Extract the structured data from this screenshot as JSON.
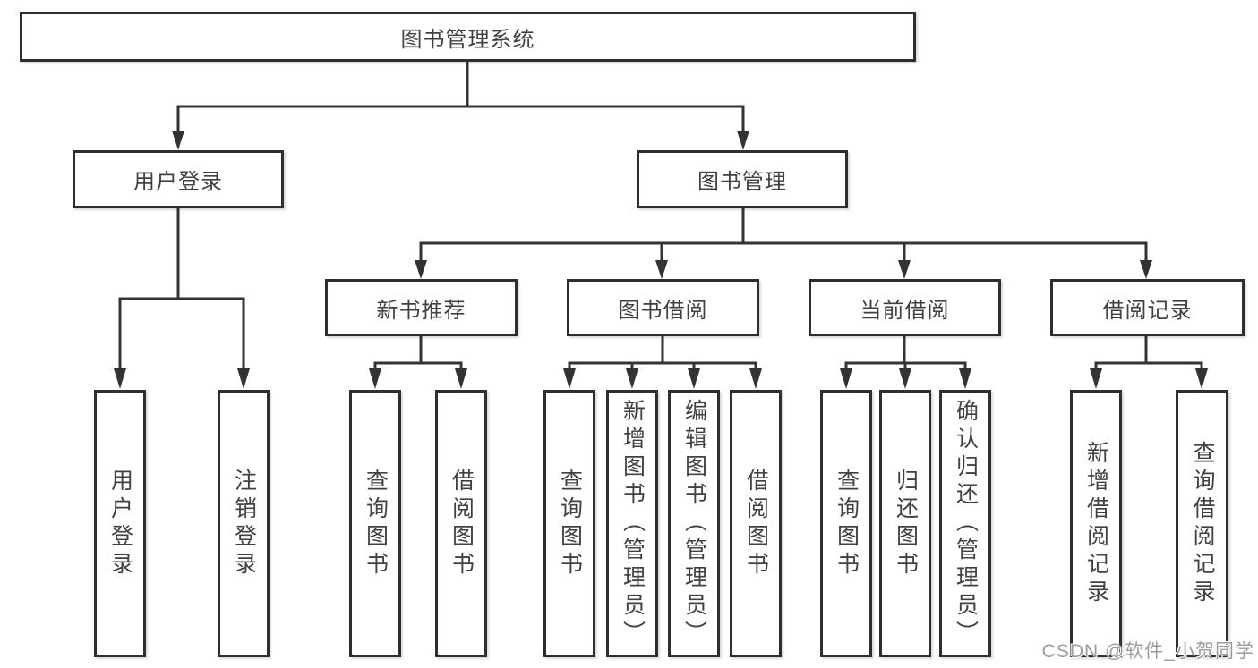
{
  "diagram": {
    "root": {
      "label": "图书管理系统"
    },
    "branches": {
      "user_login": {
        "label": "用户登录",
        "children": {
          "login": "用户登录",
          "logout": "注销登录"
        }
      },
      "book_management": {
        "label": "图书管理",
        "sections": {
          "new_book_recommend": {
            "label": "新书推荐",
            "children": {
              "query_books": "查询图书",
              "borrow_books": "借阅图书"
            }
          },
          "book_borrowing": {
            "label": "图书借阅",
            "children": {
              "query_books": "查询图书",
              "add_books": "新增图书（管理员）",
              "edit_books": "编辑图书（管理员）",
              "borrow_books": "借阅图书"
            }
          },
          "current_borrowing": {
            "label": "当前借阅",
            "children": {
              "query_books": "查询图书",
              "return_books": "归还图书",
              "confirm_return": "确认归还（管理员）"
            }
          },
          "borrowing_records": {
            "label": "借阅记录",
            "children": {
              "add_record": "新增借阅记录",
              "query_record": "查询借阅记录"
            }
          }
        }
      }
    }
  },
  "watermark": {
    "text": "CSDN @软件_小贺同学"
  },
  "colors": {
    "line": "#333333",
    "box_border": "#2e2e2e",
    "text": "#414141",
    "watermark": "#9c9c9c",
    "background": "#ffffff"
  }
}
